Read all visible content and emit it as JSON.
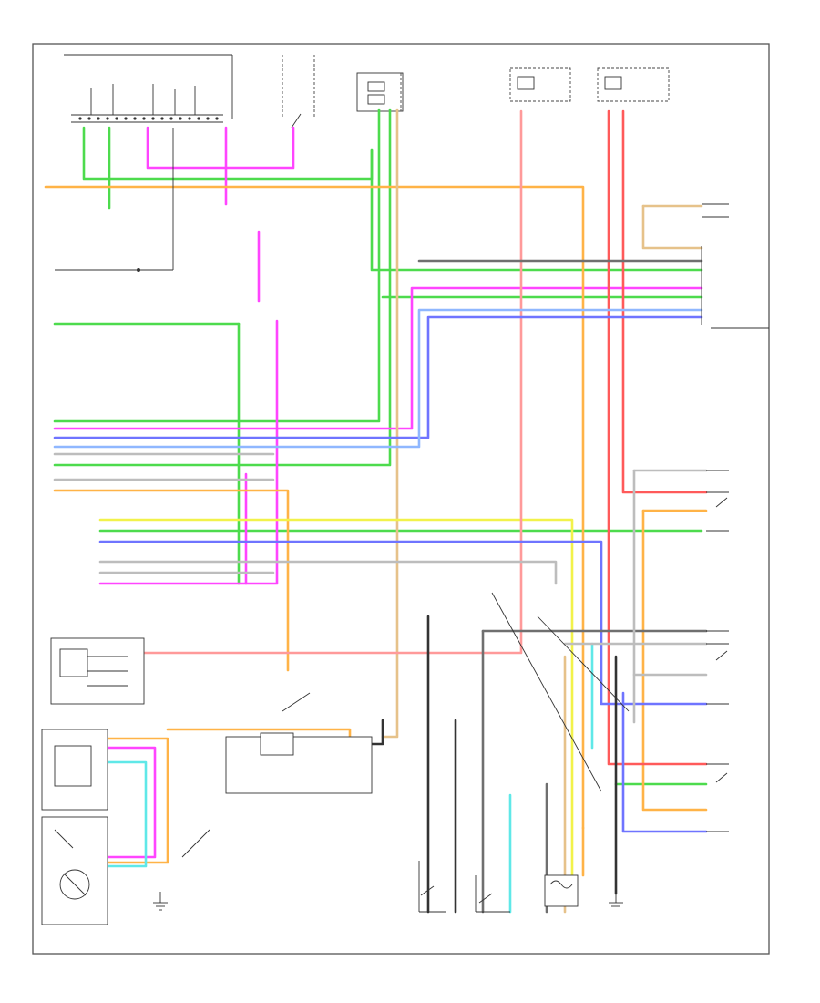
{
  "diagram": {
    "footer_code": "",
    "colors": {
      "green": "#4ddb4d",
      "light_green": "#9ce89c",
      "magenta": "#ff45ff",
      "orange": "#ffb347",
      "tan": "#e6c28a",
      "yellow": "#f2f24a",
      "red": "#ff5a5a",
      "pink": "#ff9a9a",
      "blue": "#6f74ff",
      "light_blue": "#8fb7ff",
      "cyan": "#5fe8e8",
      "gray": "#6f6f6f",
      "black": "#333333",
      "white": "#e8e8e8"
    },
    "icons": [
      "ground-symbol",
      "switch-symbol",
      "relay-coil-symbol",
      "motor-symbol",
      "connector-pin"
    ]
  }
}
